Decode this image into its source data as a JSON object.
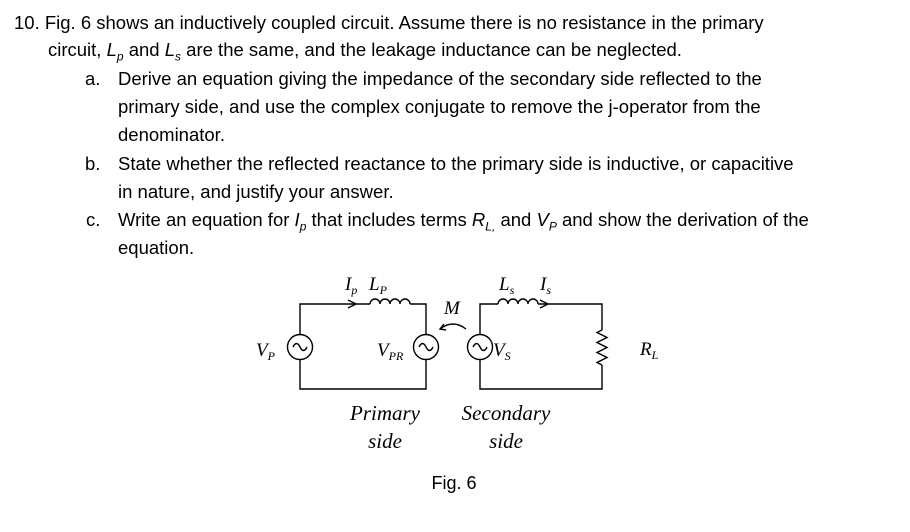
{
  "question": {
    "number": "10.",
    "intro_line1": "Fig. 6 shows an inductively coupled circuit.  Assume there is no resistance in the primary",
    "intro_line2_a": "circuit, ",
    "intro_Lp_L": "L",
    "intro_Lp_sub": "p",
    "intro_line2_b": " and ",
    "intro_Ls_L": "L",
    "intro_Ls_sub": "s",
    "intro_line2_c": " are the same, and the leakage inductance can be neglected.",
    "parts": [
      {
        "letter": "a.",
        "lines": [
          "Derive an equation giving the impedance of the secondary side reflected to the",
          "primary side, and use the complex conjugate to remove the j-operator from the",
          "denominator."
        ]
      },
      {
        "letter": "b.",
        "lines": [
          "State whether the reflected reactance to the primary side is inductive, or capacitive",
          "in nature, and justify your answer."
        ]
      },
      {
        "letter": "c.",
        "line1_a": "Write an equation for ",
        "line1_Ip_I": "I",
        "line1_Ip_sub": "p",
        "line1_b": " that includes terms ",
        "line1_RL_R": "R",
        "line1_RL_sub": "L,",
        "line1_c": " and ",
        "line1_VP_V": "V",
        "line1_VP_sub": "P",
        "line1_d": " and show the derivation of the",
        "line2": "equation."
      }
    ]
  },
  "figure": {
    "labels": {
      "Vp": "V",
      "Vp_sub": "P",
      "Ip": "I",
      "Ip_sub": "p",
      "Lp": "L",
      "Lp_sub": "P",
      "M": "M",
      "VPR": "V",
      "VPR_sub": "PR",
      "Vs": "V",
      "Vs_sub": "S",
      "Ls": "L",
      "Ls_sub": "s",
      "Is": "I",
      "Is_sub": "s",
      "RL": "R",
      "RL_sub": "L"
    },
    "primary_line1": "Primary",
    "primary_line2": "side",
    "secondary_line1": "Secondary",
    "secondary_line2": "side",
    "caption": "Fig. 6"
  }
}
